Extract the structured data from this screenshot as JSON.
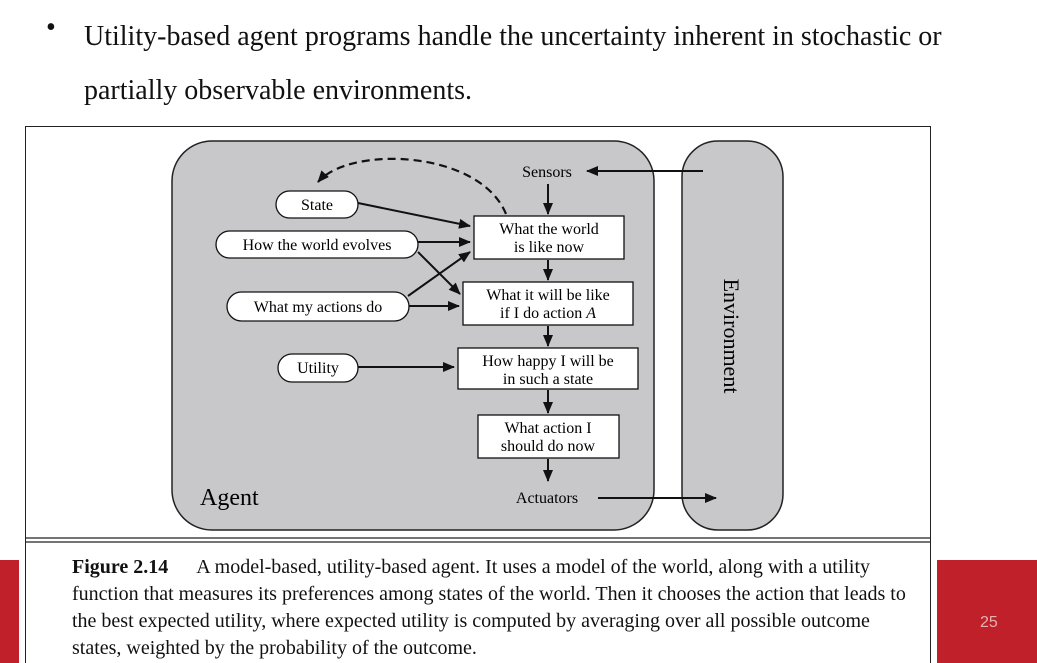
{
  "bullet": {
    "text": "Utility-based agent programs handle the uncertainty inherent in stochastic or partially observable environments."
  },
  "diagram": {
    "agent_label": "Agent",
    "environment_label": "Environment",
    "sensors": "Sensors",
    "actuators": "Actuators",
    "inputs": {
      "state": "State",
      "world_evolves": "How the world evolves",
      "my_actions": "What my actions do",
      "utility": "Utility"
    },
    "boxes": {
      "world_now_1": "What the world",
      "world_now_2": "is like now",
      "if_action_1": "What it will be like",
      "if_action_2": "if I do action ",
      "if_action_var": "A",
      "happy_1": "How happy I will be",
      "happy_2": "in such a state",
      "action_1": "What action I",
      "action_2": "should do now"
    }
  },
  "caption": {
    "label": "Figure 2.14",
    "text": "A model-based, utility-based agent. It uses a model of the world, along with a utility function that measures its preferences among states of the world. Then it chooses the action that leads to the best expected utility, where expected utility is computed by averaging over all possible outcome states, weighted by the probability of the outcome."
  },
  "page_number": "25",
  "colors": {
    "panel": "#c8c8ca",
    "red_bar": "#c0202a"
  }
}
